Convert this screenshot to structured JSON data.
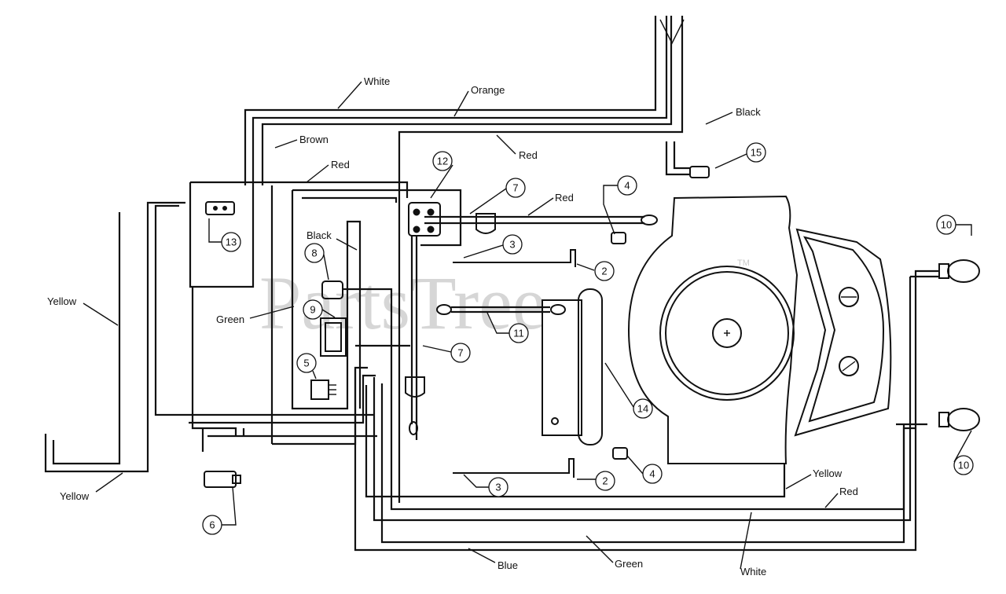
{
  "watermark": {
    "text": "PartsTree",
    "trademark": "TM"
  },
  "wire_labels": {
    "white_top": "White",
    "orange": "Orange",
    "brown": "Brown",
    "red_left": "Red",
    "red_top": "Red",
    "red_cable": "Red",
    "black_right": "Black",
    "black_left": "Black",
    "green_left": "Green",
    "yellow_left_top": "Yellow",
    "yellow_left_bottom": "Yellow",
    "yellow_right": "Yellow",
    "red_bottom": "Red",
    "blue": "Blue",
    "green_bottom": "Green",
    "white_bottom": "White"
  },
  "callouts": {
    "c2a": "2",
    "c2b": "2",
    "c3a": "3",
    "c3b": "3",
    "c4a": "4",
    "c4b": "4",
    "c5": "5",
    "c6": "6",
    "c7a": "7",
    "c7b": "7",
    "c8": "8",
    "c9": "9",
    "c10a": "10",
    "c10b": "10",
    "c11": "11",
    "c12": "12",
    "c13": "13",
    "c14": "14",
    "c15": "15"
  }
}
